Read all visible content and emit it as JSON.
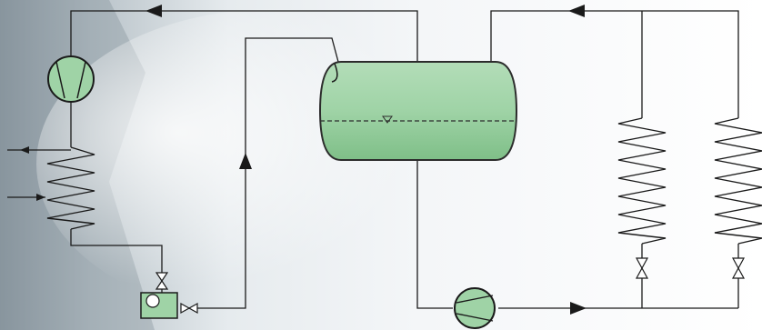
{
  "diagram": {
    "kind": "refrigeration-flow-schematic",
    "colors": {
      "background_light": "#f2f5f7",
      "background_dark": "#9aa6ae",
      "line": "#1a1a1a",
      "vessel_fill": "#9fd3a6",
      "vessel_stroke": "#2c2c2c",
      "component_fill": "#9fd3a6"
    },
    "components": [
      {
        "id": "compressor",
        "icon": "compressor-icon"
      },
      {
        "id": "condenser-coil",
        "icon": "zigzag-heat-exchanger-icon"
      },
      {
        "id": "expansion-valve",
        "icon": "valve-icon"
      },
      {
        "id": "float-valve",
        "icon": "float-valve-icon"
      },
      {
        "id": "receiver-vessel",
        "icon": "horizontal-tank-icon"
      },
      {
        "id": "pump",
        "icon": "pump-icon"
      },
      {
        "id": "evaporator-1",
        "icon": "zigzag-heat-exchanger-icon"
      },
      {
        "id": "evaporator-2",
        "icon": "zigzag-heat-exchanger-icon"
      },
      {
        "id": "evaporator-valve-1",
        "icon": "valve-icon"
      },
      {
        "id": "evaporator-valve-2",
        "icon": "valve-icon"
      }
    ]
  }
}
